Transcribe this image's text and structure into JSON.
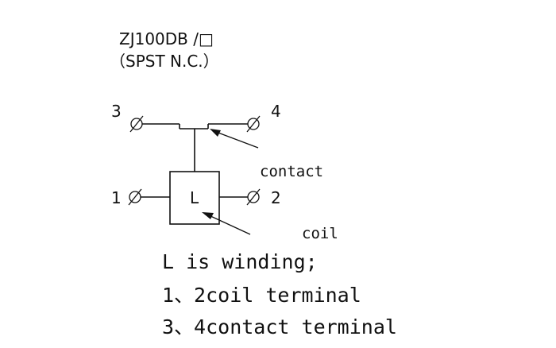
{
  "header": {
    "model": "ZJ100DB /□",
    "type": "（SPST N.C.）"
  },
  "terminals": {
    "t1": "1",
    "t2": "2",
    "t3": "3",
    "t4": "4"
  },
  "coil_box_label": "L",
  "callouts": {
    "contact": "contact",
    "coil": "coil"
  },
  "notes": [
    "L is winding;",
    "1、2coil terminal",
    "3、4contact terminal"
  ]
}
